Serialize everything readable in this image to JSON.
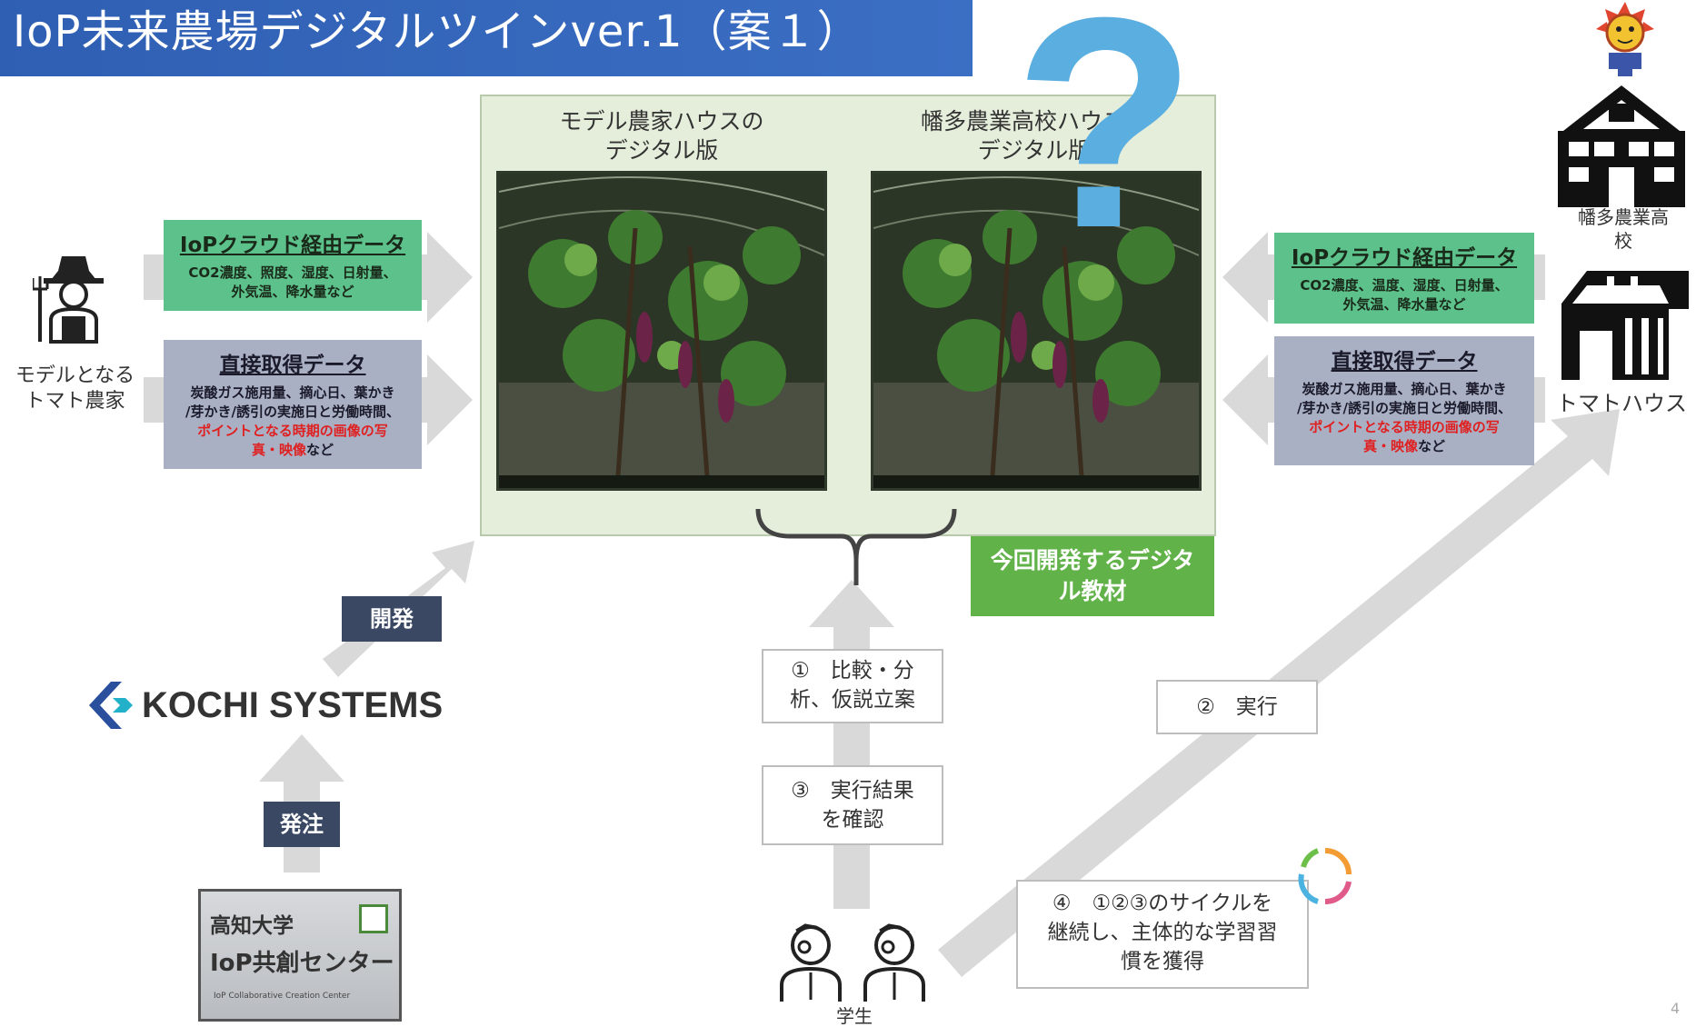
{
  "title": "IoP未来農場デジタルツインver.1（案１）",
  "center": {
    "house_left_label": "モデル農家ハウスの\nデジタル版",
    "house_right_label": "幡多農業高校ハウスの\nデジタル版",
    "question_mark": "?",
    "dev_badge": "今回開発するデジタ\nル教材"
  },
  "left": {
    "farmer_caption": "モデルとなる\nトマト農家",
    "cloud_box": {
      "header": "IoPクラウド経由データ",
      "body": "CO2濃度、照度、湿度、日射量、\n外気温、降水量など"
    },
    "direct_box": {
      "header": "直接取得データ",
      "body_lines": [
        "炭酸ガス施用量、摘心日、葉かき",
        "/芽かき/誘引の実施日と労働時間、"
      ],
      "body_red": "ポイントとなる時期の画像の写\n真・映像",
      "body_tail": "など"
    },
    "develop_label": "開発",
    "order_label": "発注",
    "company_name": "KOCHI SYSTEMS",
    "center_sign": {
      "line1": "高知大学",
      "line2": "IoP共創センター",
      "line3": "IoP Collaborative Creation Center"
    }
  },
  "right": {
    "school_caption": "幡多農業高\n校",
    "house_caption": "トマトハウス",
    "cloud_box": {
      "header": "IoPクラウド経由データ",
      "body": "CO2濃度、温度、湿度、日射量、\n外気温、降水量など"
    },
    "direct_box": {
      "header": "直接取得データ",
      "body_lines": [
        "炭酸ガス施用量、摘心日、葉かき",
        "/芽かき/誘引の実施日と労働時間、"
      ],
      "body_red": "ポイントとなる時期の画像の写\n真・映像",
      "body_tail": "など"
    }
  },
  "steps": {
    "step1": "①　比較・分\n析、仮説立案",
    "step2": "②　実行",
    "step3": "③　実行結果\nを確認",
    "step4": "④　①②③のサイクルを\n継続し、主体的な学習習\n慣を獲得",
    "students_caption": "学生"
  },
  "page_number": "4",
  "colors": {
    "title_bar": "#3366bb",
    "green_data": "#5cc18a",
    "gray_data": "#a9b0c4",
    "dev_badge": "#62b24a",
    "label_dark": "#3a4864",
    "question_mark": "#5aaee0",
    "arrow": "#d6d6d6"
  }
}
